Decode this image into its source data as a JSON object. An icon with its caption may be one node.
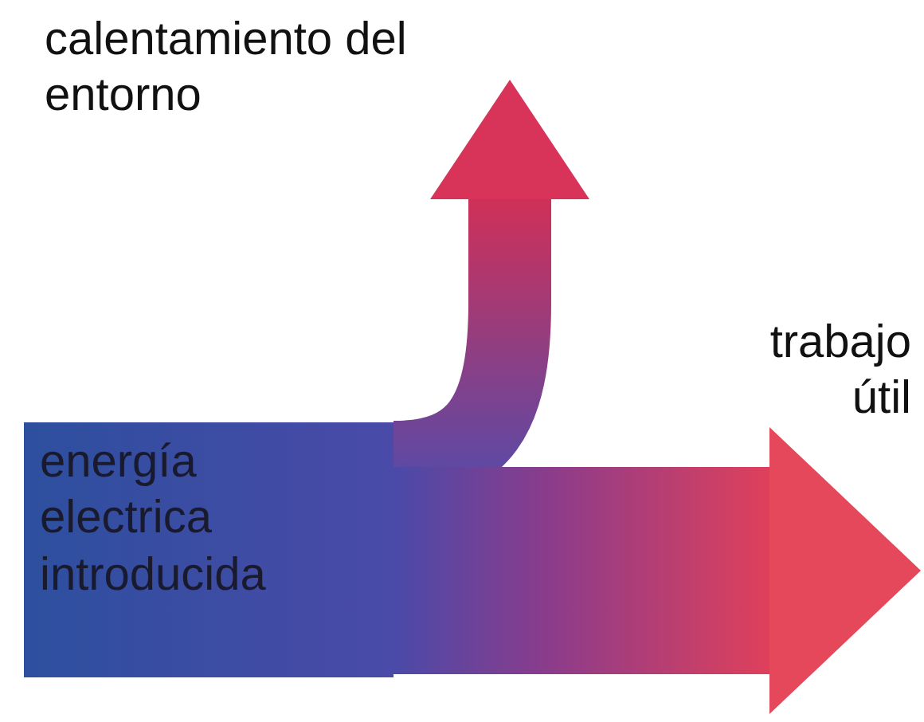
{
  "diagram": {
    "nodes": [
      {
        "text": [
          "energía electrica introducida"
        ]
      },
      {
        "text": [
          "calentamiento del entorno"
        ]
      },
      {
        "text": [
          "trabajo útil"
        ]
      }
    ],
    "edges": [
      {
        "from": 0,
        "to": 1,
        "arrow": "to"
      },
      {
        "from": 0,
        "to": 2,
        "arrow": "to"
      }
    ]
  }
}
